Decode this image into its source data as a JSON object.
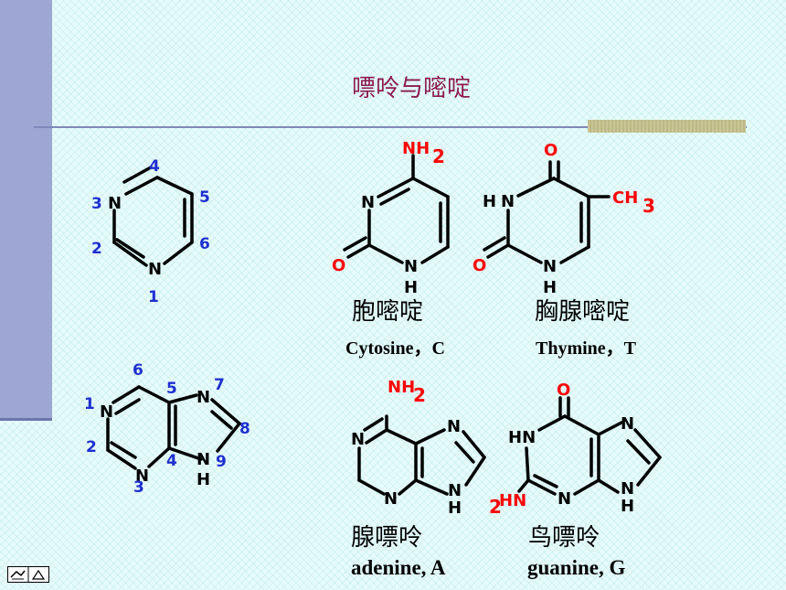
{
  "slide": {
    "title": "嘌呤与嘧啶",
    "structures": {
      "pyrimidine": {
        "atoms": [
          "N",
          "N"
        ],
        "numbers": [
          "1",
          "2",
          "3",
          "4",
          "5",
          "6"
        ]
      },
      "purine": {
        "atoms": [
          "N",
          "N",
          "N",
          "N",
          "H"
        ],
        "numbers": [
          "1",
          "2",
          "3",
          "4",
          "5",
          "6",
          "7",
          "8",
          "9"
        ]
      },
      "cytosine": {
        "atoms": [
          "NH",
          "2",
          "N",
          "N",
          "H",
          "O"
        ],
        "name_cn": "胞嘧啶",
        "name_en": "Cytosine，C"
      },
      "thymine": {
        "atoms": [
          "O",
          "H",
          "N",
          "N",
          "H",
          "O",
          "CH",
          "3"
        ],
        "name_cn": "胸腺嘧啶",
        "name_en": "Thymine，T"
      },
      "adenine": {
        "atoms": [
          "NH",
          "2",
          "N",
          "N",
          "N",
          "N",
          "H"
        ],
        "name_cn": "腺嘌呤",
        "name_en": "adenine, A"
      },
      "guanine": {
        "atoms": [
          "O",
          "HN",
          "N",
          "N",
          "N",
          "H",
          "2",
          "HN"
        ],
        "name_cn": "鸟嘌呤",
        "name_en": "guanine, G"
      }
    },
    "colors": {
      "bond": "#000000",
      "atom": "#000000",
      "number": "#1f2fd0",
      "group": "#ff0000",
      "title": "#8b1a4f"
    },
    "nav_icon": "navigation-icon"
  }
}
